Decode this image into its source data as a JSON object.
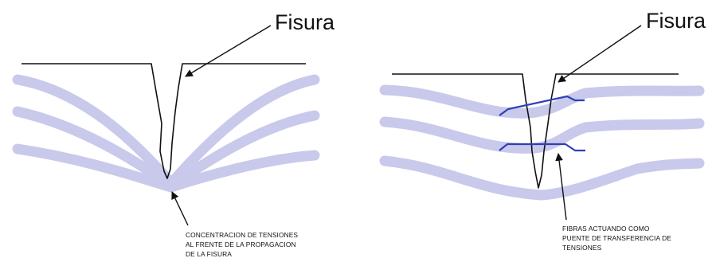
{
  "left_panel": {
    "title": "Fisura",
    "annotation": [
      "CONCENTRACION DE TENSIONES",
      "AL FRENTE DE LA PROPAGACION",
      "DE LA FISURA"
    ]
  },
  "right_panel": {
    "title": "Fisura",
    "annotation": [
      "FIBRAS ACTUANDO COMO",
      "PUENTE DE TRANSFERENCIA DE",
      "TENSIONES"
    ]
  },
  "colors": {
    "stress_lines": "#c9c9ec",
    "fibers": "#2f3fb8",
    "outline": "#111111"
  }
}
